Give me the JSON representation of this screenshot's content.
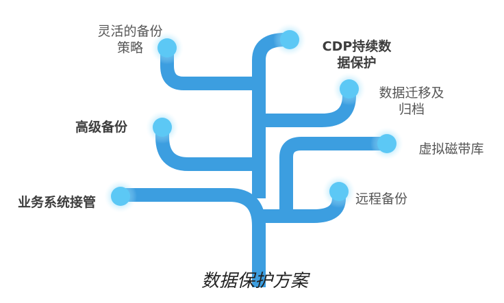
{
  "title": "数据保护方案",
  "branches": [
    {
      "lines": [
        "灵活的备份",
        "策略"
      ]
    },
    {
      "lines": [
        "CDP持续数",
        "据保护"
      ]
    },
    {
      "lines": [
        "数据迁移及",
        "归档"
      ]
    },
    {
      "lines": [
        "高级备份"
      ]
    },
    {
      "lines": [
        "虚拟磁带库"
      ]
    },
    {
      "lines": [
        "业务系统接管"
      ]
    },
    {
      "lines": [
        "远程备份"
      ]
    }
  ],
  "colors": {
    "branch": "#3c9ee0",
    "node": "#5cc8f5",
    "glow": "#bfe9fb"
  }
}
